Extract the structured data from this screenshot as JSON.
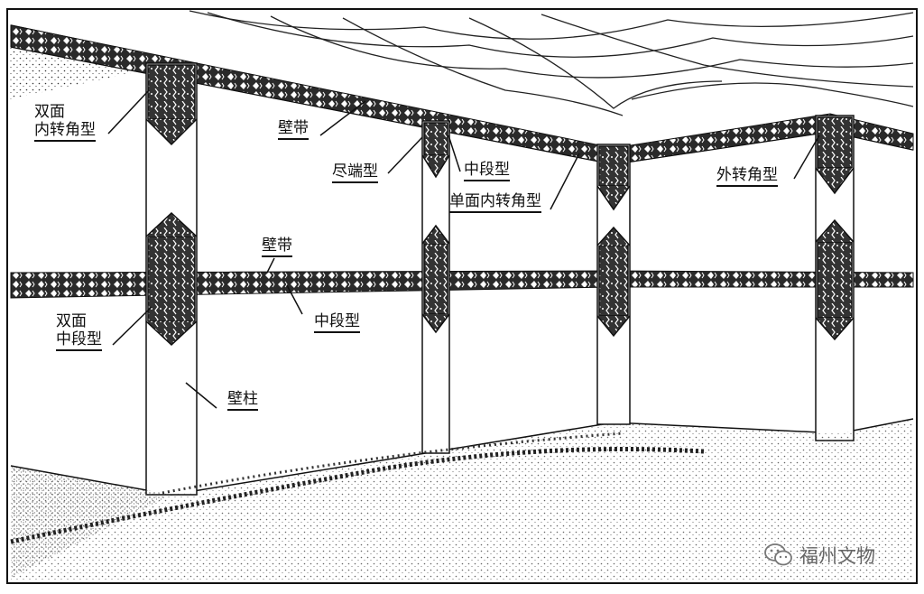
{
  "labels": {
    "shuangmian_neizhuanjiao_1": "双面",
    "shuangmian_neizhuanjiao_2": "内转角型",
    "bidai_top": "壁带",
    "jinduan": "尽端型",
    "zhongduan_top": "中段型",
    "danmian_neizhuanjiao": "单面内转角型",
    "waizhuanjiao": "外转角型",
    "bidai_mid": "壁带",
    "shuangmian_zhongduan_1": "双面",
    "shuangmian_zhongduan_2": "中段型",
    "zhongduan_mid": "中段型",
    "bizhu": "壁柱"
  },
  "watermark": {
    "text": "福州文物",
    "icon": "wechat-icon"
  },
  "colors": {
    "ink": "#111111",
    "paper": "#ffffff",
    "watermark": "#666666"
  }
}
